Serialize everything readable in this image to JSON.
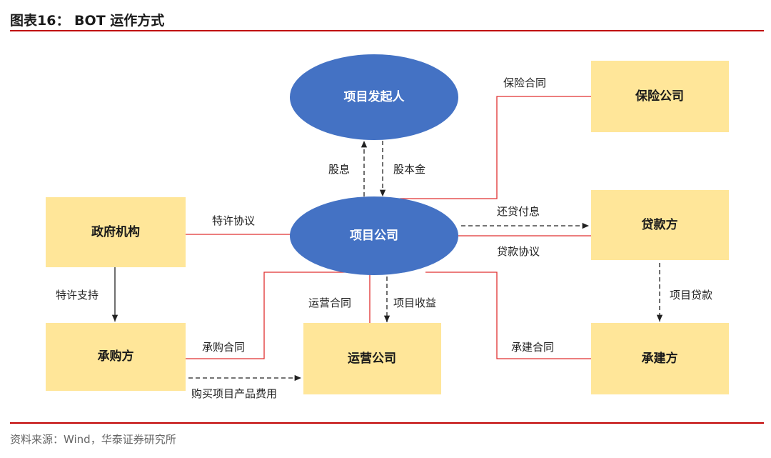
{
  "header": {
    "title": "图表16：  BOT 运作方式"
  },
  "nodes": {
    "sponsor": "项目发起人",
    "insurance": "保险公司",
    "government": "政府机构",
    "project_company": "项目公司",
    "lender": "贷款方",
    "purchaser": "承购方",
    "operator": "运营公司",
    "contractor": "承建方"
  },
  "edges": {
    "dividend": "股息",
    "equity": "股本金",
    "insurance_contract": "保险合同",
    "concession_agreement": "特许协议",
    "repayment": "还贷付息",
    "loan_agreement": "贷款协议",
    "concession_support": "特许支持",
    "operation_contract": "运营合同",
    "project_revenue": "项目收益",
    "project_loan": "项目贷款",
    "purchase_contract": "承购合同",
    "construction_contract": "承建合同",
    "purchase_payment": "购买项目产品费用"
  },
  "colors": {
    "box_fill": "#ffe699",
    "ellipse_fill": "#4472c4",
    "contract_line": "#e03030",
    "rule": "#c00000"
  },
  "footer": {
    "source": "资料来源：Wind，华泰证券研究所"
  }
}
